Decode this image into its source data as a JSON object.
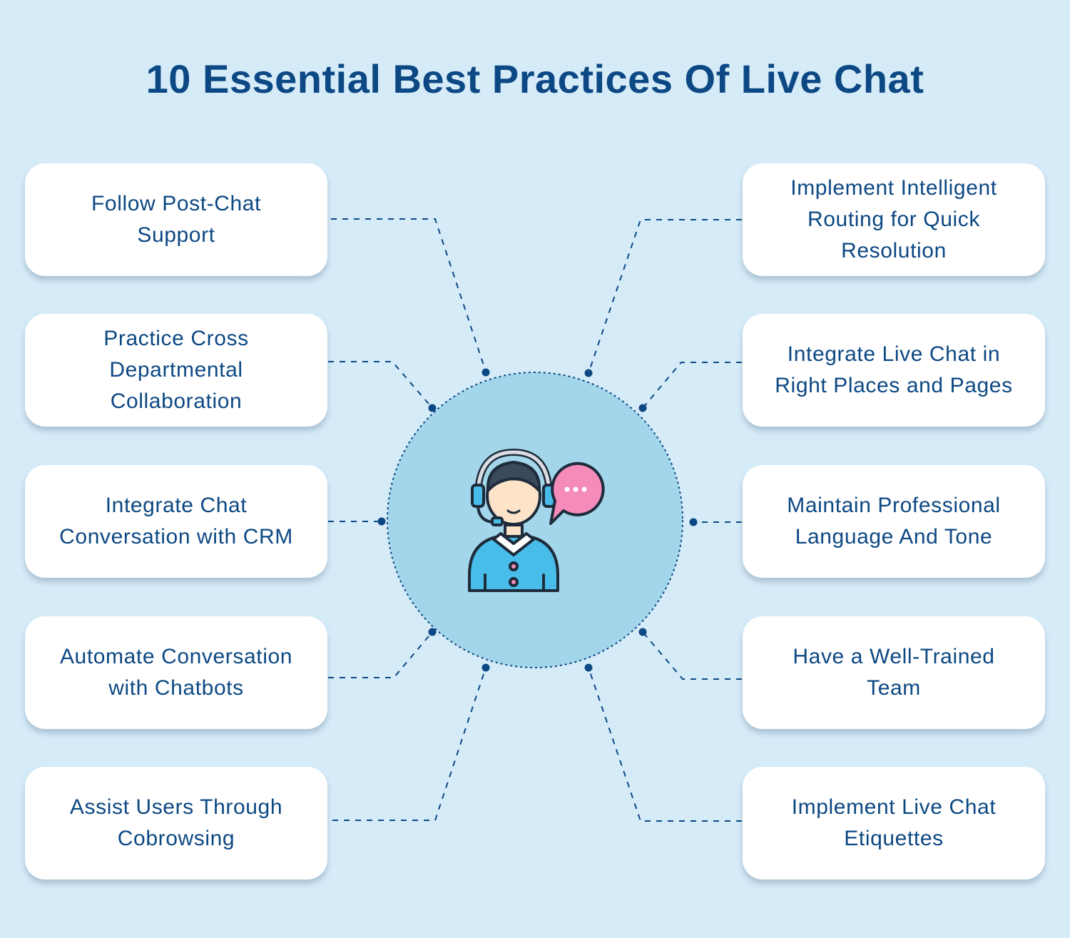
{
  "title": "10 Essential Best Practices Of Live Chat",
  "colors": {
    "background": "#d6ebf8",
    "title": "#0c4883",
    "card": "#ffffff",
    "center_circle": "#a3d6ea",
    "connector": "#0c4883"
  },
  "center_icon": "customer-support-agent-with-headset-and-chat-bubble-icon",
  "left_items": [
    {
      "label": "Follow Post-Chat\nSupport"
    },
    {
      "label": "Practice Cross\nDepartmental\nCollaboration"
    },
    {
      "label": "Integrate Chat\nConversation with CRM"
    },
    {
      "label": "Automate Conversation\nwith Chatbots"
    },
    {
      "label": "Assist Users Through\nCobrowsing"
    }
  ],
  "right_items": [
    {
      "label": "Implement Intelligent\nRouting for Quick\nResolution"
    },
    {
      "label": "Integrate Live Chat in\nRight Places and Pages"
    },
    {
      "label": "Maintain Professional\nLanguage And Tone"
    },
    {
      "label": "Have a Well-Trained\nTeam"
    },
    {
      "label": "Implement Live Chat\nEtiquettes"
    }
  ]
}
